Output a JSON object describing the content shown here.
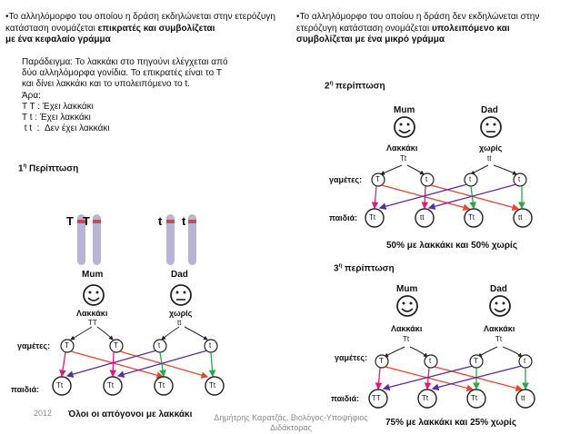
{
  "left_text": {
    "intro_plain": "•Το αλληλόμορφο του οποίου η δράση εκδηλώνεται στην ετερόζυγη κατάσταση ονομάζεται ",
    "intro_bold_1": "επικρατές και συμβολίζεται",
    "intro_bold_2": "με ένα κεφαλαίο γράμμα",
    "example": [
      "Παράδειγμα: Το λακκάκι στο πηγούνι ελέγχεται από",
      "δύο αλληλόμορφα γονίδια. Το επικρατές είναι το T",
      "και δίνει λακκάκι και το υπολειπόμενο το t.",
      "Άρα:",
      "T T : Έχει λακκάκι",
      "T t  : Έχει λακκάκι",
      " t t  :  Δεν έχει λακκάκι"
    ]
  },
  "right_text": {
    "intro_plain": "•Το αλληλόμορφο του οποίου η δράση δεν εκδηλώνεται στην ετερόζυγη κατάσταση ονομάζεται ",
    "intro_bold_1": "υπολειπόμενο και",
    "intro_bold_2": "συμβολίζεται με ένα μικρό γράμμα"
  },
  "case1": {
    "title_num": "1",
    "title_sup": "η",
    "title_text": " Περίπτωση",
    "chrom_labels": [
      "T",
      "T",
      "t",
      "t"
    ],
    "mum": "Mum",
    "dad": "Dad",
    "mum_trait": "Λακκάκι",
    "dad_trait": "χωρίς",
    "mum_genotype": "TT",
    "dad_genotype": "tt",
    "gametes_label": "γαμέτες:",
    "gametes": [
      "T",
      "T",
      "t",
      "t"
    ],
    "children_label": "παιδιά:",
    "children": [
      "Tt",
      "Tt",
      "Tt",
      "Tt"
    ],
    "result": "Όλοι οι απόγονοι με λακκάκι"
  },
  "case2": {
    "title_num": "2",
    "title_sup": "η",
    "title_text": " περίπτωση",
    "mum": "Mum",
    "dad": "Dad",
    "mum_trait": "Λακκάκι",
    "dad_trait": "χωρίς",
    "mum_genotype": "Tt",
    "dad_genotype": "tt",
    "gametes_label": "γαμέτες:",
    "gametes": [
      "T",
      "t",
      "t",
      "t"
    ],
    "children_label": "παιδιά:",
    "children": [
      "Tt",
      "tt",
      "Tt",
      "tt"
    ],
    "result": "50% με λακκάκι και 50% χωρίς"
  },
  "case3": {
    "title_num": "3",
    "title_sup": "η",
    "title_text": " περίπτωση",
    "mum": "Mum",
    "dad": "Dad",
    "mum_trait": "Λακκάκι",
    "dad_trait": "Λακκάκι",
    "mum_genotype": "Tt",
    "dad_genotype": "Tt",
    "gametes_label": "γαμέτες:",
    "gametes": [
      "T",
      "t",
      "T",
      "t"
    ],
    "children_label": "παιδιά:",
    "children": [
      "TT",
      "Tt",
      "Tt",
      "tt"
    ],
    "result": "75% με λακκάκι και 25% χωρίς"
  },
  "footer": {
    "year": "2012",
    "author_1": "Δημήτρης Καρατζάς, Βιολόγος-Υποψήφιος",
    "author_2": "Διδάκτορας"
  },
  "colors": {
    "pink": "#e0197d",
    "purple": "#5b2ca0",
    "red": "#e8452c",
    "green": "#2aa84a",
    "chromosome": "#b9b3d6",
    "band": "#c0504d"
  }
}
